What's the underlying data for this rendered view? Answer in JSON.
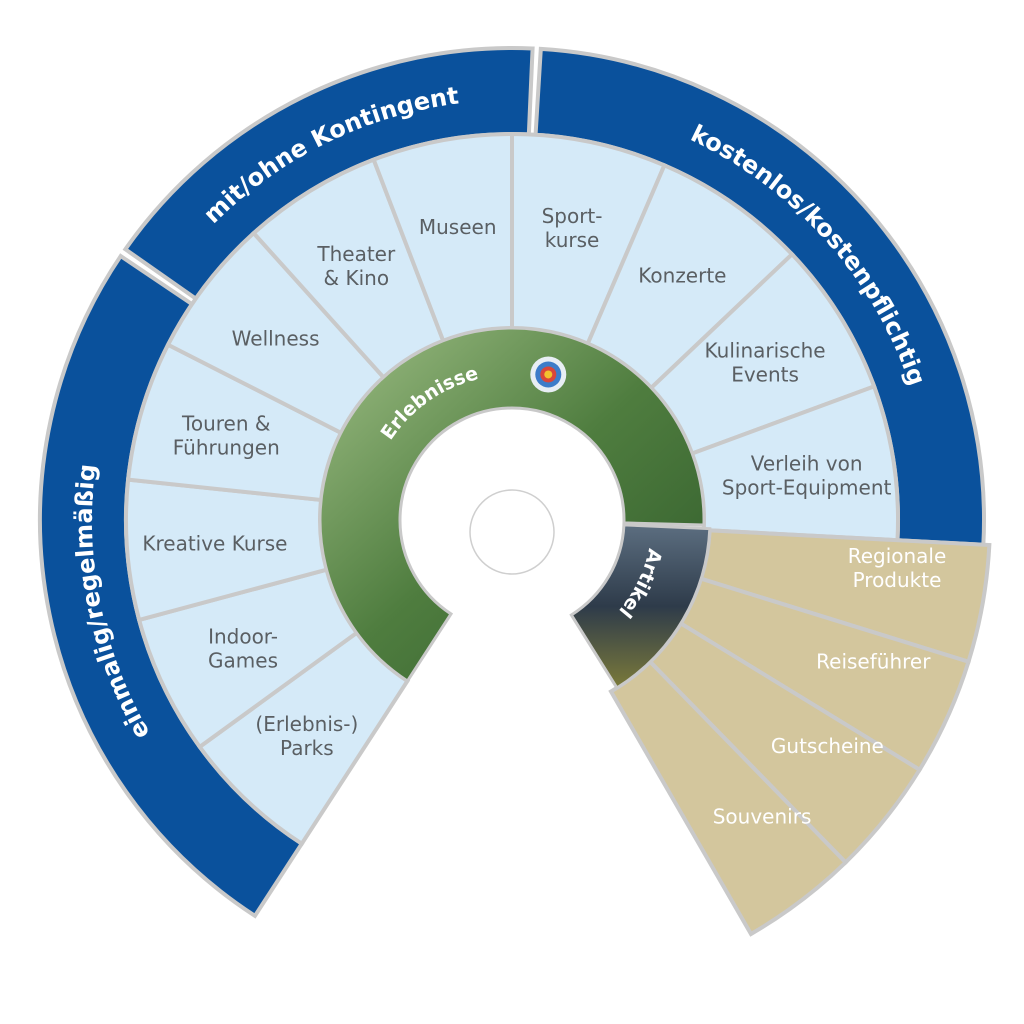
{
  "colors": {
    "dark_blue": "#0a519c",
    "light_blue": "#d5eaf8",
    "beige": "#d3c69d",
    "divider": "#c9c9c9",
    "text": "#5a5f63"
  },
  "outer_bands": [
    {
      "label": "einmalig/regelmäßig"
    },
    {
      "label": "mit/ohne Kontingent"
    },
    {
      "label": "kostenlos/kostenpflichtig"
    }
  ],
  "inner_ring": {
    "erlebnisse": "Erlebnisse",
    "artikel": "Artikel"
  },
  "erlebnisse_segments": [
    {
      "lines": [
        "(Erlebnis-)",
        "Parks"
      ]
    },
    {
      "lines": [
        "Indoor-",
        "Games"
      ]
    },
    {
      "lines": [
        "Kreative Kurse"
      ]
    },
    {
      "lines": [
        "Touren &",
        "Führungen"
      ]
    },
    {
      "lines": [
        "Wellness"
      ]
    },
    {
      "lines": [
        "Theater",
        "& Kino"
      ]
    },
    {
      "lines": [
        "Museen"
      ]
    },
    {
      "lines": [
        "Sport-",
        "kurse"
      ]
    },
    {
      "lines": [
        "Konzerte"
      ]
    },
    {
      "lines": [
        "Kulinarische",
        "Events"
      ]
    },
    {
      "lines": [
        "Verleih von",
        "Sport-Equipment"
      ]
    }
  ],
  "artikel_segments": [
    {
      "lines": [
        "Regionale",
        "Produkte"
      ]
    },
    {
      "lines": [
        "Reiseführer"
      ]
    },
    {
      "lines": [
        "Gutscheine"
      ]
    },
    {
      "lines": [
        "Souvenirs"
      ]
    }
  ]
}
